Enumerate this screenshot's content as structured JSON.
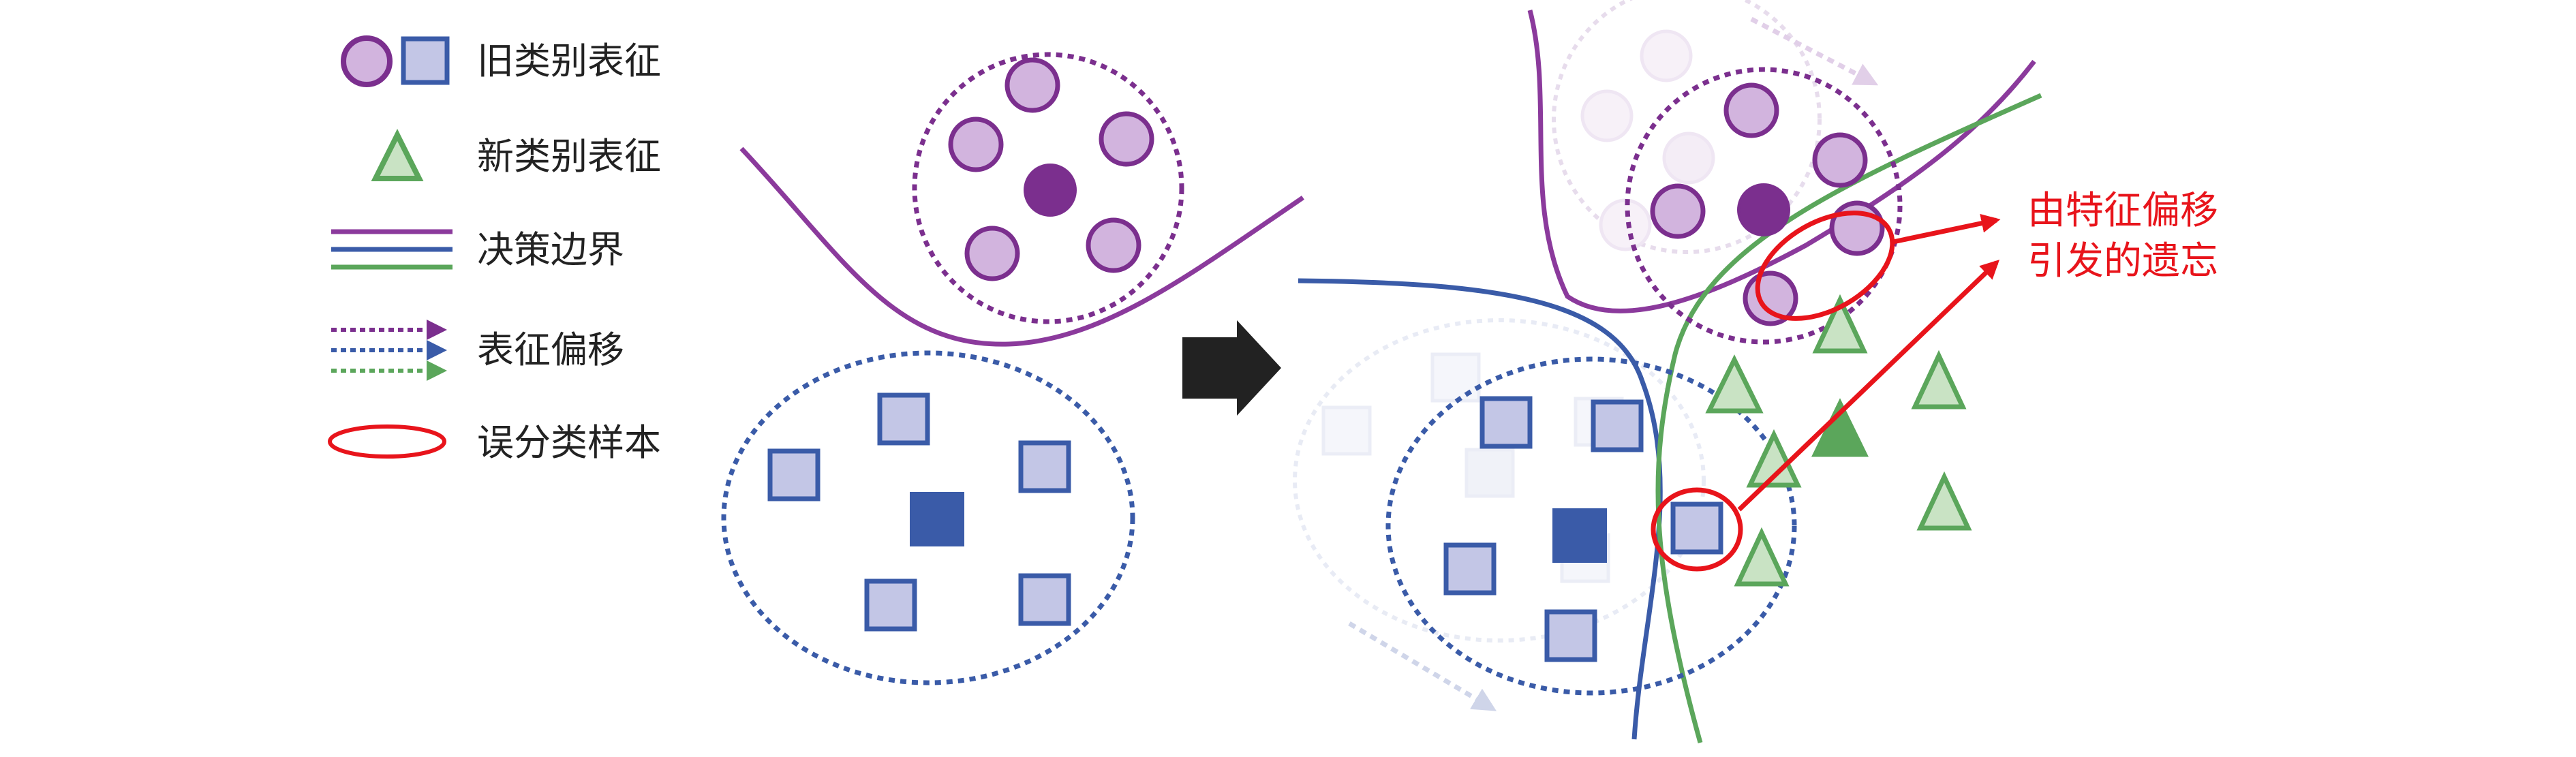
{
  "legend": {
    "old_label": "旧类别表征",
    "new_label": "新类别表征",
    "boundary_label": "决策边界",
    "shift_label": "表征偏移",
    "misclass_label": "误分类样本"
  },
  "annotation": {
    "line1": "由特征偏移",
    "line2": "引发的遗忘"
  },
  "colors": {
    "purple": "#7B2F8E",
    "purple_fill": "#D2B4DE",
    "purple_dark": "#8B3A9C",
    "blue": "#3A5BA8",
    "blue_fill": "#C3C6E6",
    "green": "#5BA65B",
    "green_fill": "#C9E3C4",
    "red": "#E8141B",
    "arrow": "#222222"
  }
}
